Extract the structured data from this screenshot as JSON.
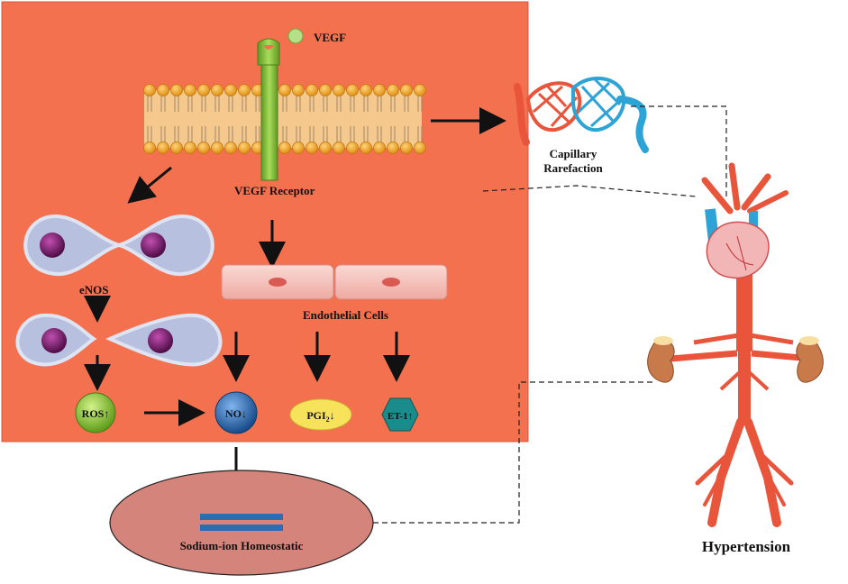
{
  "labels": {
    "vegf": "VEGF",
    "vegf_receptor": "VEGF Receptor",
    "enos": "eNOS",
    "endothelial_cells": "Endothelial Cells",
    "capillary_line1": "Capillary",
    "capillary_line2": "Rarefaction",
    "ros": "ROS↑",
    "no": "NO↓",
    "pgi_main": "PGI",
    "pgi_sub": "2",
    "pgi_arrow": "↓",
    "et1": "ET-1↑",
    "sodium": "Sodium-ion Homeostatic",
    "hypertension": "Hypertension"
  },
  "colors": {
    "panel": "#f4714f",
    "panel_border": "#d9573a",
    "membrane_head": "#f1a52a",
    "membrane_body": "#f5c98e",
    "receptor": "#8dc63f",
    "vegf_ball": "#b5e08a",
    "cell_outline": "#c9cfe6",
    "cell_fill": "#b7c0de",
    "nucleus": "#7a1d6e",
    "endothelial": "#f7c6c0",
    "ros": "#7fbf2a",
    "no": "#1f63b0",
    "pgi": "#f7e25c",
    "et1": "#1a8c8c",
    "ellipse": "#d4847a",
    "bars": "#2d6db5",
    "artery": "#e8553a",
    "vein": "#2ea3d6",
    "kidney": "#c97a4a"
  }
}
